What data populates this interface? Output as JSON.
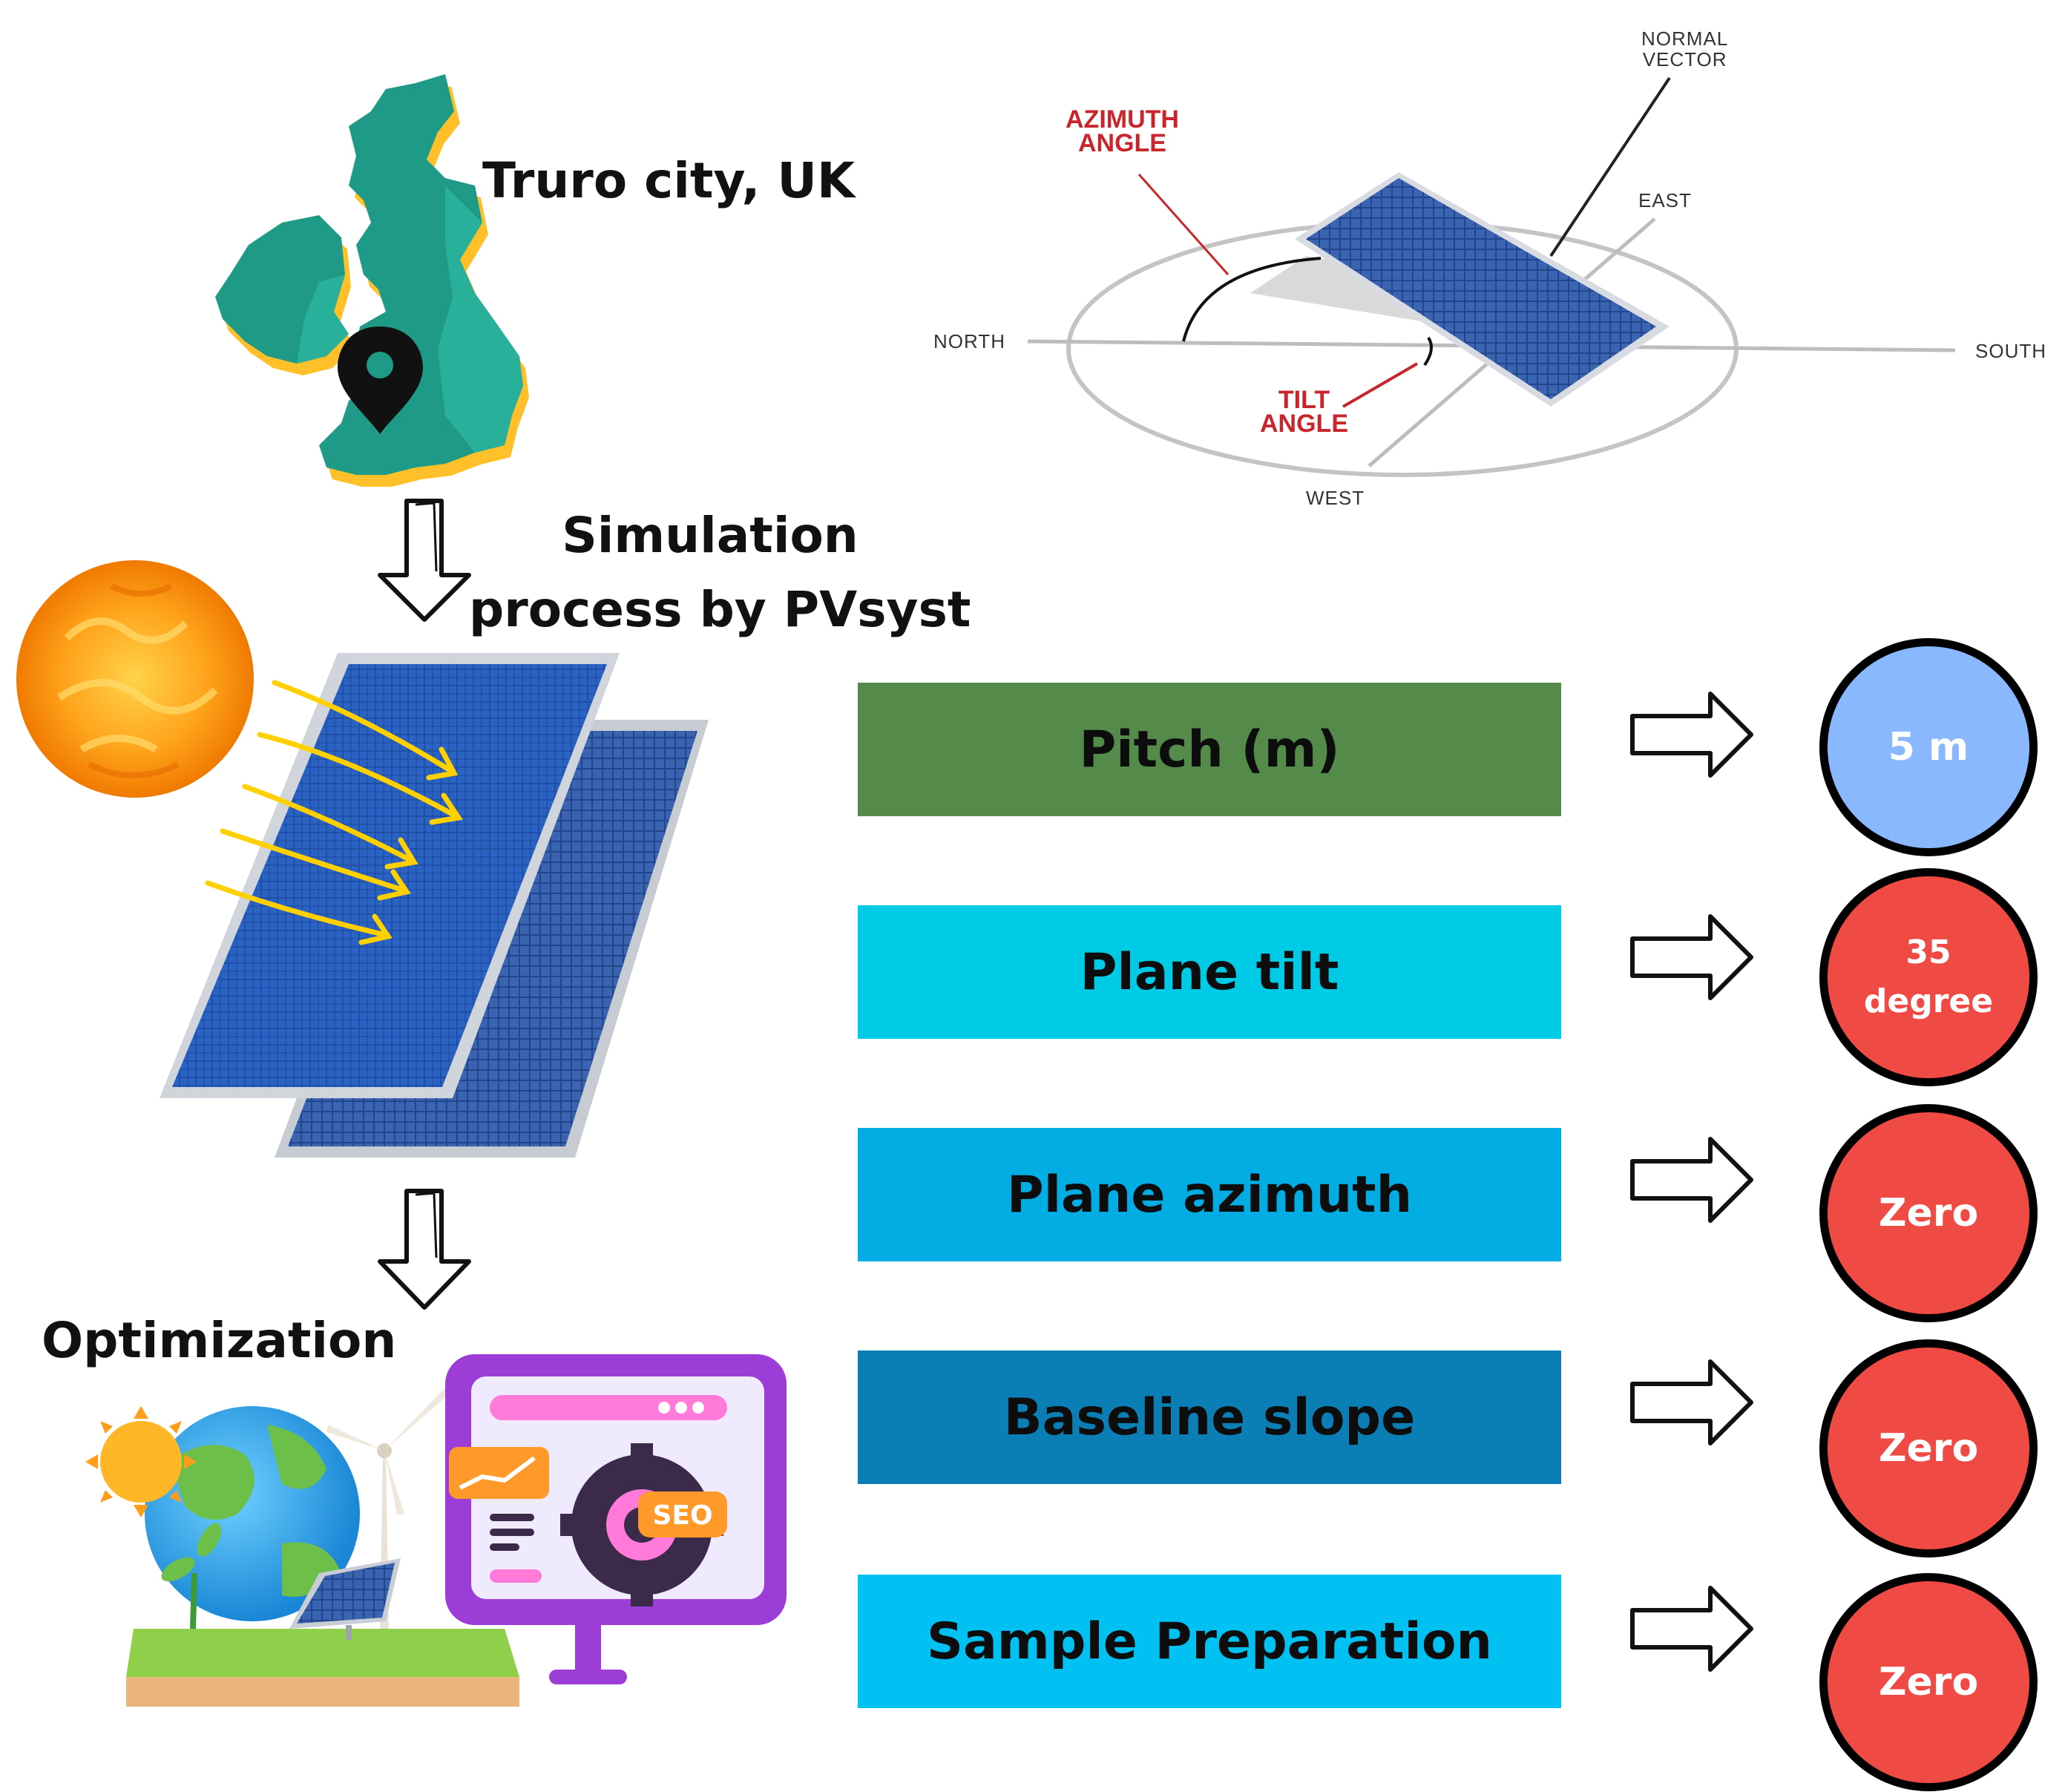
{
  "location": {
    "label": "Truro city, UK"
  },
  "process": {
    "line1": "Simulation",
    "line2": "process by PVsyst"
  },
  "optimization": {
    "label": "Optimization"
  },
  "orientation_diagram": {
    "normal_vector_line1": "NORMAL",
    "normal_vector_line2": "VECTOR",
    "azimuth_line1": "AZIMUTH",
    "azimuth_line2": "ANGLE",
    "tilt_line1": "TILT",
    "tilt_line2": "ANGLE",
    "north": "NORTH",
    "south": "SOUTH",
    "east": "EAST",
    "west": "WEST"
  },
  "illustration": {
    "seo_badge": "SEO"
  },
  "parameters": [
    {
      "label": "Pitch (m)",
      "color": "#548b4a",
      "value": "5 m",
      "value_color": "#8ab8ff"
    },
    {
      "label": "Plane tilt",
      "color": "#00cbe6",
      "value_line1": "35",
      "value_line2": "degree",
      "value_color": "#f04a45"
    },
    {
      "label": "Plane azimuth",
      "color": "#01ade3",
      "value": "Zero",
      "value_color": "#f04a45"
    },
    {
      "label": "Baseline slope",
      "color": "#0b7fb5",
      "value": "Zero",
      "value_color": "#f04a45"
    },
    {
      "label": "Sample Preparation",
      "color": "#01c0f2",
      "value": "Zero",
      "value_color": "#f04a45"
    }
  ]
}
